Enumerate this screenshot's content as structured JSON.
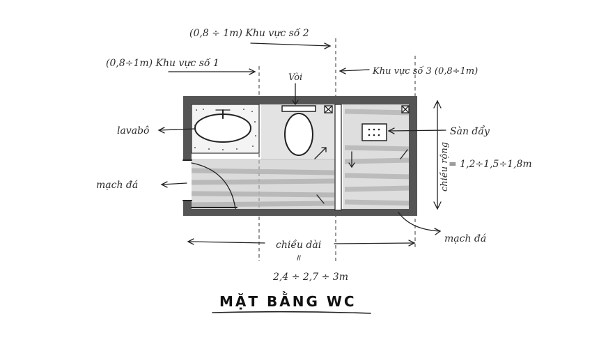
{
  "labels": {
    "zone2": "(0,8 ÷ 1m) Khu vực số 2",
    "zone1": "(0,8÷1m) Khu vực số 1",
    "zone3": "Khu vực số 3 (0,8÷1m)",
    "shower": "Vòi",
    "lavabo": "lavabô",
    "floor_drain": "Sàn đẩy",
    "width_side": "chiều rộng",
    "width_value": "= 1,2÷1,5÷1,8m",
    "brick_left": "mạch đá",
    "brick_right": "mạch đá",
    "length_label": "chiều dài",
    "length_value": "2,4 ÷ 2,7 ÷ 3m",
    "equals_mark": "॥"
  },
  "title": "MẶT BẰNG WC"
}
